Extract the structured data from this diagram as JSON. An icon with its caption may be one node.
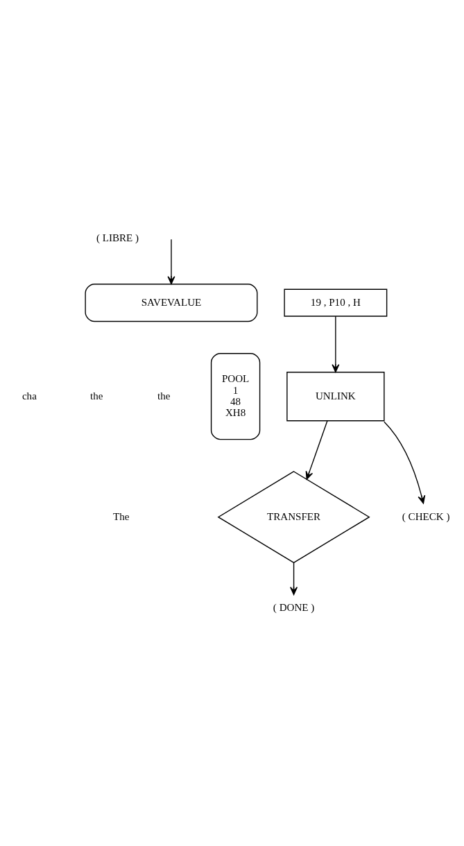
{
  "diagram": {
    "nodes": [
      {
        "text": [
          "SAVEVALUE"
        ]
      },
      {
        "text": [
          "19 , P10 , H"
        ]
      },
      {
        "text": [
          "POOL",
          "1",
          "48",
          "XH8"
        ]
      },
      {
        "text": [
          "UNLINK"
        ]
      },
      {
        "text": [
          "( CHECK )"
        ]
      },
      {
        "text": [
          "TRANSFER"
        ]
      },
      {
        "text": [
          "( DONE )"
        ]
      }
    ],
    "edges": [
      {
        "from": null,
        "to": 0,
        "arrow": "to"
      },
      {
        "from": 1,
        "to": 3,
        "arrow": "to"
      },
      {
        "from": 3,
        "to": 4,
        "arrow": "to"
      },
      {
        "from": 3,
        "to": 5,
        "arrow": "to"
      },
      {
        "from": 5,
        "to": 6,
        "arrow": "to"
      }
    ],
    "labels": [
      "( LIBRE )",
      "The",
      "cha",
      "the",
      "the"
    ]
  }
}
